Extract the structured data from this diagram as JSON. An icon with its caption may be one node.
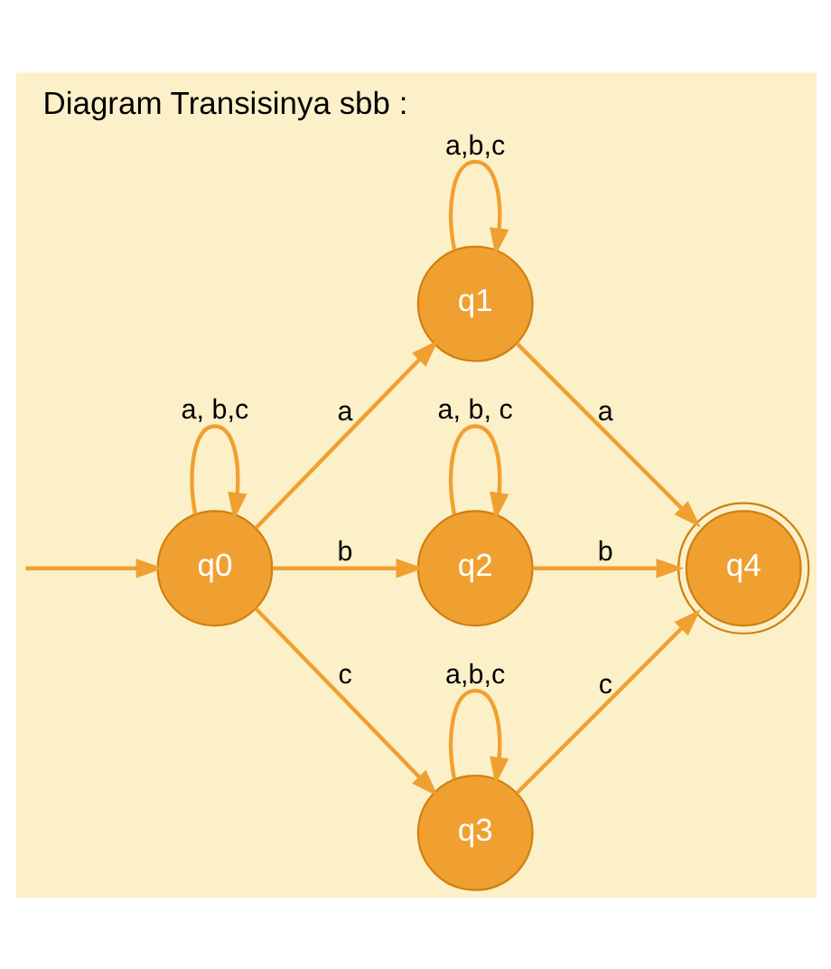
{
  "diagram": {
    "title": "Diagram Transisinya sbb :",
    "nodes": [
      {
        "text": [
          "q0"
        ]
      },
      {
        "text": [
          "q1"
        ]
      },
      {
        "text": [
          "q2"
        ]
      },
      {
        "text": [
          "q3"
        ]
      },
      {
        "text": [
          "q4"
        ]
      }
    ],
    "edges": [
      {
        "from": null,
        "to": 0,
        "arrow": "to"
      },
      {
        "from": 0,
        "to": 0,
        "arrow": "to",
        "label": "a, b,c"
      },
      {
        "from": 0,
        "to": 3,
        "arrow": "to",
        "label": "c"
      },
      {
        "from": 0,
        "to": 1,
        "arrow": "to",
        "label": "a"
      },
      {
        "from": 0,
        "to": 2,
        "arrow": "to",
        "label": "b"
      },
      {
        "from": 1,
        "to": 1,
        "arrow": "to",
        "label": "a,b,c"
      },
      {
        "from": 3,
        "to": 3,
        "arrow": "to",
        "label": "a,b,c"
      },
      {
        "from": 3,
        "to": 4,
        "arrow": "to",
        "label": "c"
      },
      {
        "from": 1,
        "to": 4,
        "arrow": "to",
        "label": "a"
      },
      {
        "from": 2,
        "to": 4,
        "arrow": "to",
        "label": "b"
      },
      {
        "from": 2,
        "to": 2,
        "arrow": "to",
        "label": "a, b, c"
      }
    ]
  }
}
